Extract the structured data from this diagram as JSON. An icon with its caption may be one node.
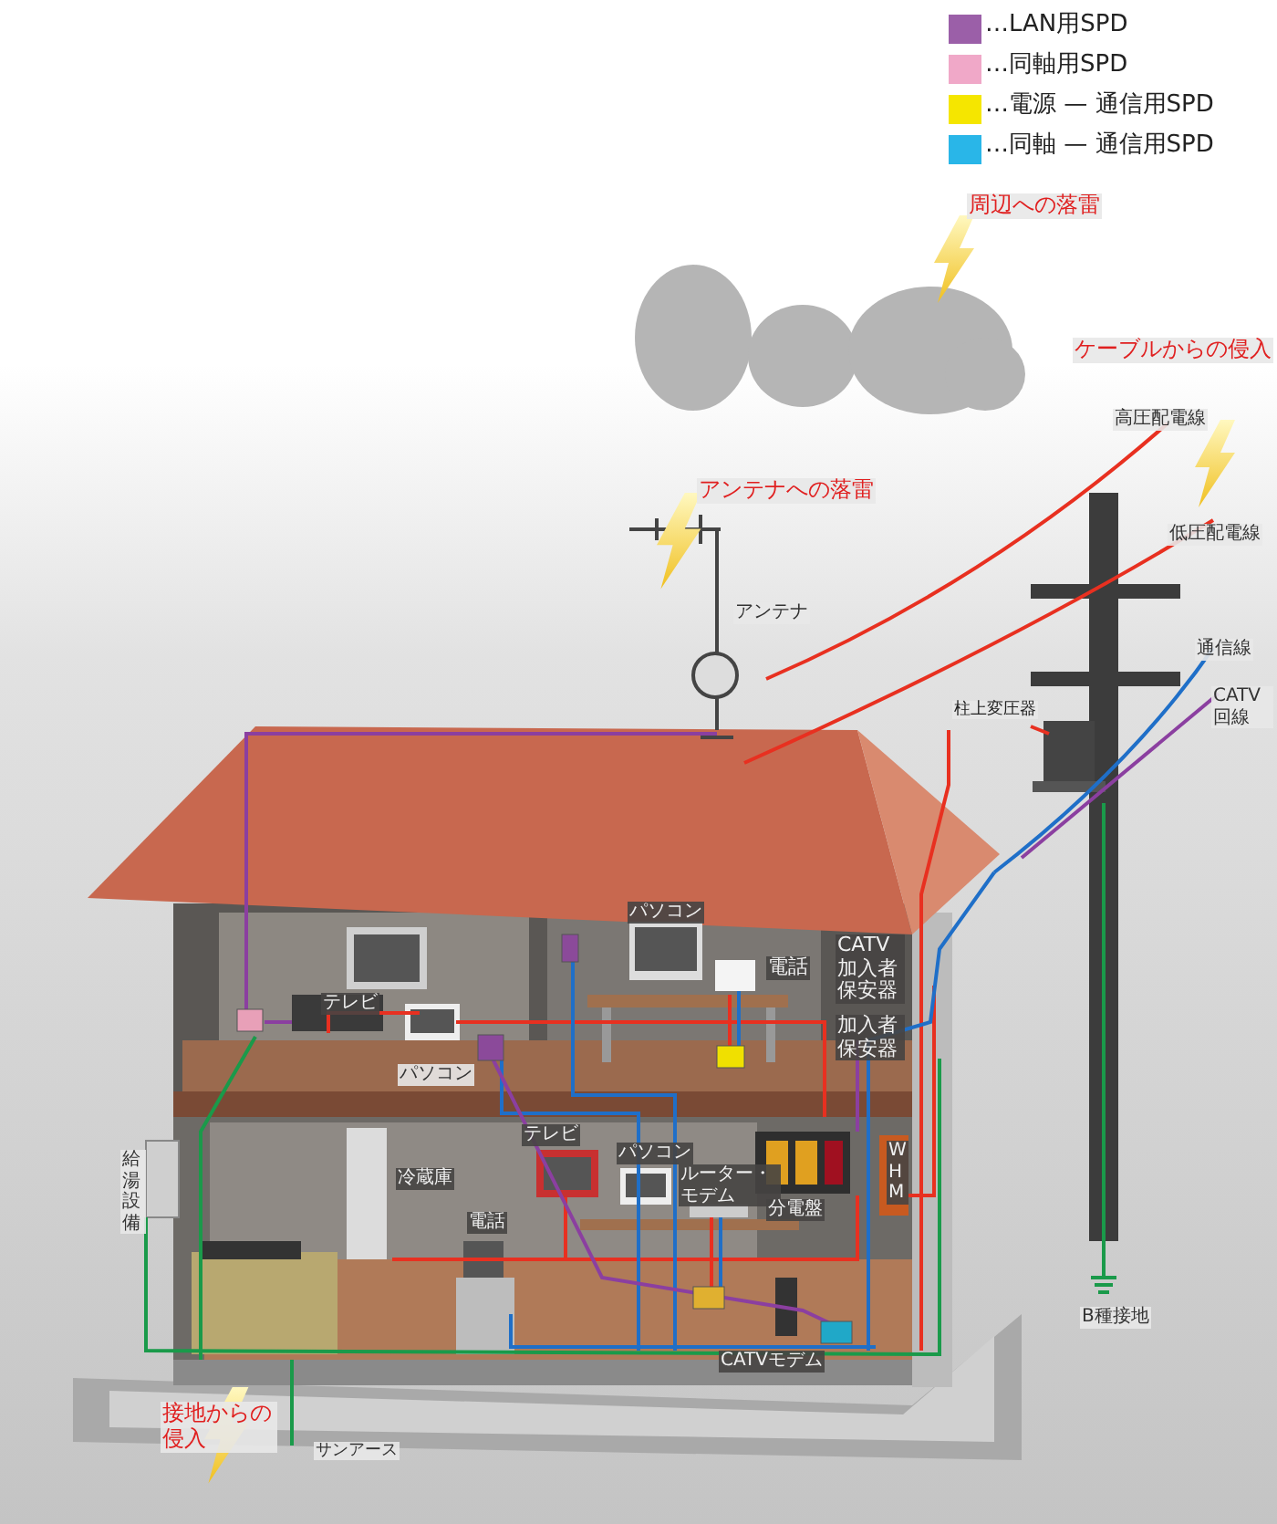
{
  "diagram": {
    "labels": [
      "周辺への落雷",
      "ケーブルからの侵入",
      "高圧配電線",
      "アンテナへの落雷",
      "低圧配電線",
      "アンテナ",
      "通信線",
      "柱上変圧器",
      "CATV回線",
      "パソコン",
      "CATV加入者保安器",
      "テレビ",
      "電話",
      "パソコン",
      "加入者保安器",
      "給湯設備",
      "テレビ",
      "パソコン",
      "冷蔵庫",
      "ルーター・モデム",
      "分電盤",
      "WHM",
      "電話",
      "B種接地",
      "CATVモデム",
      "接地からの侵入",
      "サンアース"
    ],
    "legend": [
      {
        "text": "…LAN用SPD",
        "color": "#9b5fa8"
      },
      {
        "text": "…同軸用SPD",
        "color": "#f0a8c8"
      },
      {
        "text": "…電源 — 通信用SPD",
        "color": "#f5e600"
      },
      {
        "text": "…同軸 — 通信用SPD",
        "color": "#29b6e8"
      }
    ]
  }
}
